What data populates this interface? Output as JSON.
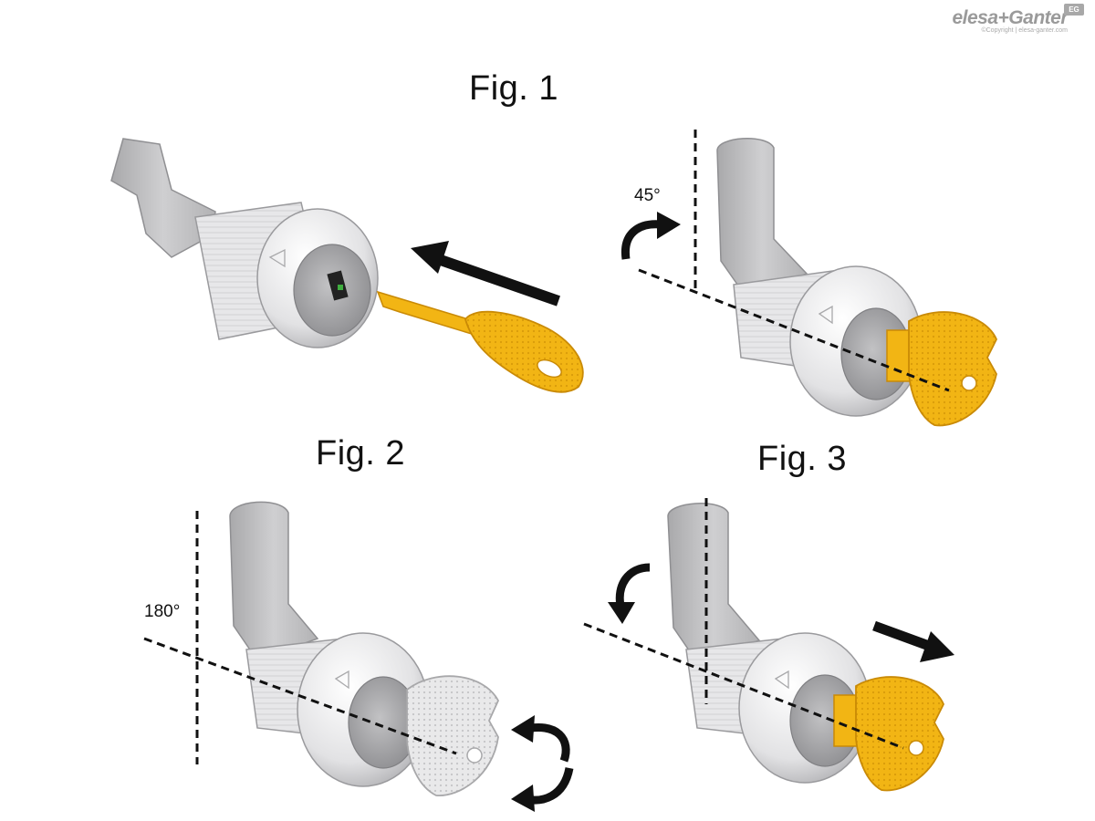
{
  "figures": {
    "fig1": {
      "label": "Fig. 1"
    },
    "fig2": {
      "label": "Fig. 2",
      "angle": "180°"
    },
    "fig3": {
      "label": "Fig. 3"
    },
    "step_45": {
      "angle": "45°"
    }
  },
  "brand": {
    "name": "elesa+Ganter",
    "badge": "EG",
    "copyright": "©Copyright | elesa-ganter.com"
  },
  "colors": {
    "key_gold": "#f2b514",
    "key_gold_dark": "#c98a06",
    "key_silver": "#e6e6e6",
    "body_chrome": "#e9e9ea",
    "cam_grey": "#b9b9bb",
    "arrow": "#111111"
  }
}
